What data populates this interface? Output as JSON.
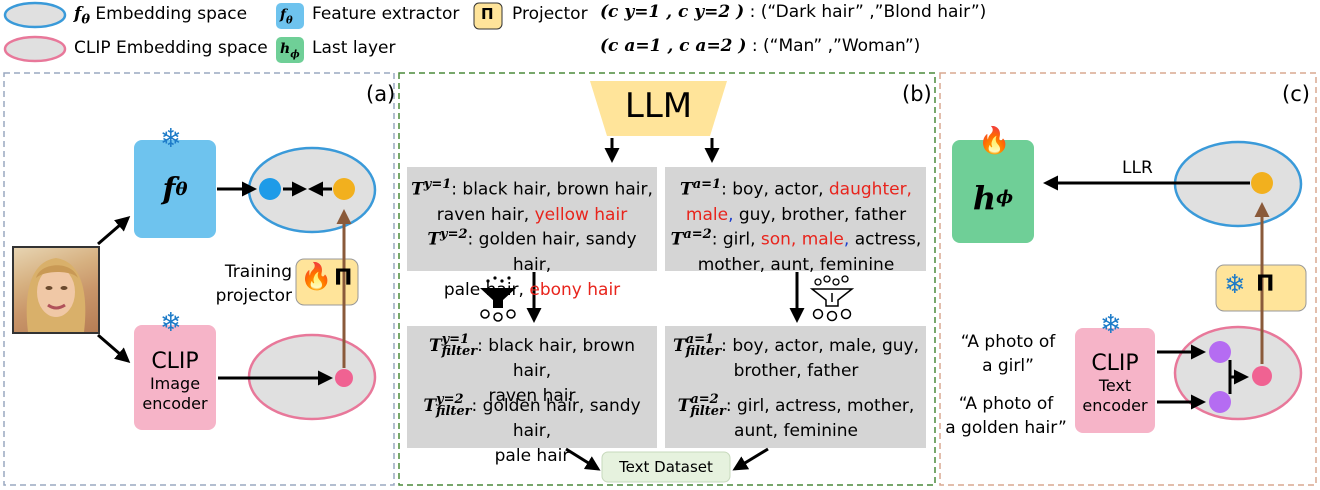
{
  "legend": {
    "f_embed": "Embedding space",
    "clip_embed": "CLIP Embedding space",
    "feat_sym": "f",
    "feat_sub": "θ",
    "feat_label": "Feature extractor",
    "proj_sym": "Π",
    "proj_label": "Projector",
    "h_sym": "h",
    "h_sub": "ϕ",
    "h_label": "Last layer",
    "cy_pairs": "(c y=1 , c y=2 )",
    "cy_values": ": (“Dark hair” ,”Blond hair”)",
    "ca_pairs": "(c a=1 , c a=2 )",
    "ca_values": ": (“Man” ,”Woman”)"
  },
  "panel_a": {
    "label": "(a)",
    "training": "Training",
    "projector": "projector",
    "clip": "CLIP",
    "image": "Image",
    "encoder": "encoder"
  },
  "panel_b": {
    "label": "(b)",
    "llm": "LLM",
    "ty1_a": "black hair, brown hair,",
    "ty1_b": "raven hair, ",
    "ty1_red": "yellow hair",
    "ty2_a": "golden hair, sandy hair,",
    "ty2_b": "pale hair, ",
    "ty2_red": "ebony hair",
    "ta1_a": "boy, actor, ",
    "ta1_red1": "daughter,",
    "ta1_red2": "male",
    "ta1_blue": ",",
    "ta1_b": " guy, brother, father",
    "ta2_a": "girl, ",
    "ta2_red": "son, male",
    "ta2_blue": ",",
    "ta2_b": " actress,",
    "ta2_c": "mother, aunt, feminine",
    "fy1_a": "black hair, brown hair,",
    "fy1_b": "raven hair",
    "fy2_a": "golden hair, sandy hair,",
    "fy2_b": "pale hair",
    "fa1_a": "boy, actor, male, guy,",
    "fa1_b": "brother, father",
    "fa2_a": "girl, actress, mother,",
    "fa2_b": "aunt, feminine",
    "text_dataset": "Text Dataset",
    "T": "T",
    "sub_filter": "filter",
    "sup_y1": "y=1",
    "sup_y2": "y=2",
    "sup_a1": "a=1",
    "sup_a2": "a=2",
    "colon": ":"
  },
  "panel_c": {
    "label": "(c)",
    "llr": "LLR",
    "q1a": "“A photo of",
    "q1b": "a girl”",
    "q2a": "“A photo of",
    "q2b": "a golden hair”",
    "clip": "CLIP",
    "text": "Text",
    "encoder": "encoder"
  },
  "colors": {
    "blue_box": "#6ec3ee",
    "pink_box": "#f6b4c8",
    "green_box": "#6fcf97",
    "yellow_box": "#ffe49a",
    "blue_ellipse_border": "#3a9ad9",
    "pink_ellipse_border": "#e8789a",
    "dot_blue": "#1e9be8",
    "dot_orange": "#f2b01e",
    "dot_pink": "#f06292",
    "dot_purple": "#b56cf2",
    "arrow_brown": "#8a5a3a"
  }
}
